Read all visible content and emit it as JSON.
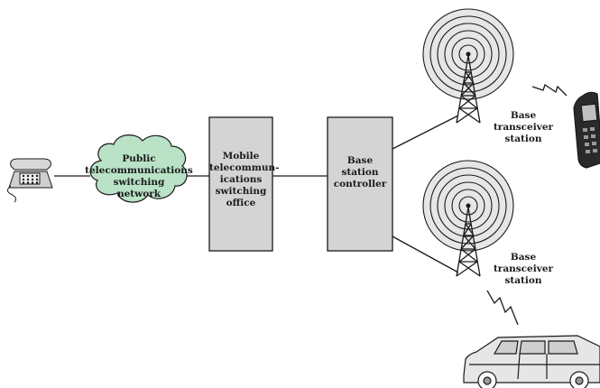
{
  "diagram": {
    "cloud_label": "Public\ntelecommunications\nswitching\nnetwork",
    "mtso_label": "Mobile\ntelecommun-\nications\nswitching\noffice",
    "bsc_label": "Base\nstation\ncontroller",
    "bts_top_label": "Base\ntransceiver\nstation",
    "bts_bottom_label": "Base\ntransceiver\nstation"
  },
  "icons": {
    "telephone": "telephone-icon",
    "cellphone": "cell-phone-icon",
    "car": "car-icon",
    "tower": "antenna-tower-icon",
    "signal": "radio-signal-icon"
  },
  "colors": {
    "cloud_fill": "#b9e2c6",
    "box_fill": "#d4d4d4",
    "line": "#1a1a1a"
  }
}
